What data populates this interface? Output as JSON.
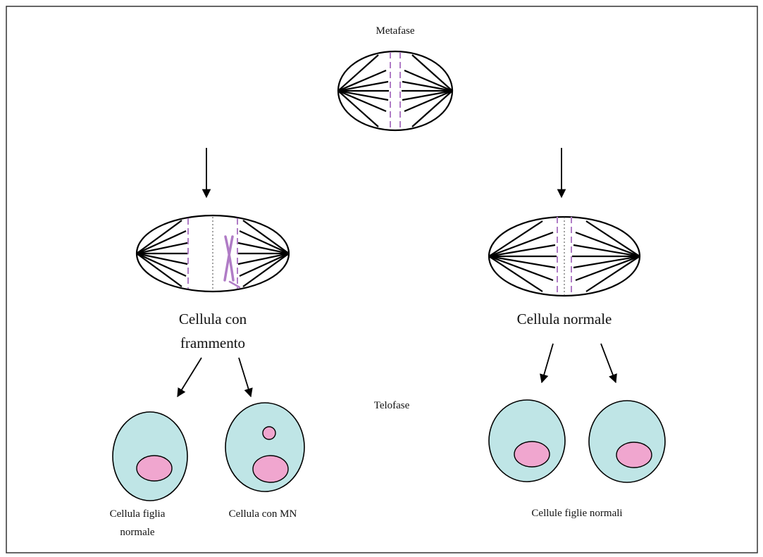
{
  "labels": {
    "metaphase": "Metafase",
    "telophase": "Telofase",
    "cell_with_fragment": [
      "Cellula con",
      "frammento"
    ],
    "normal_cell": "Cellula normale",
    "normal_daughter_cell": [
      "Cellula figlia",
      "normale"
    ],
    "cell_with_mn": "Cellula con MN",
    "normal_daughter_cells": "Cellule figlie normali"
  },
  "colors": {
    "cytoplasm": "#bfe5e6",
    "nucleus": "#f0a6cf",
    "micronucleus": "#f0a6cf",
    "chromosome": "#b07cc6",
    "outline": "#000000"
  }
}
